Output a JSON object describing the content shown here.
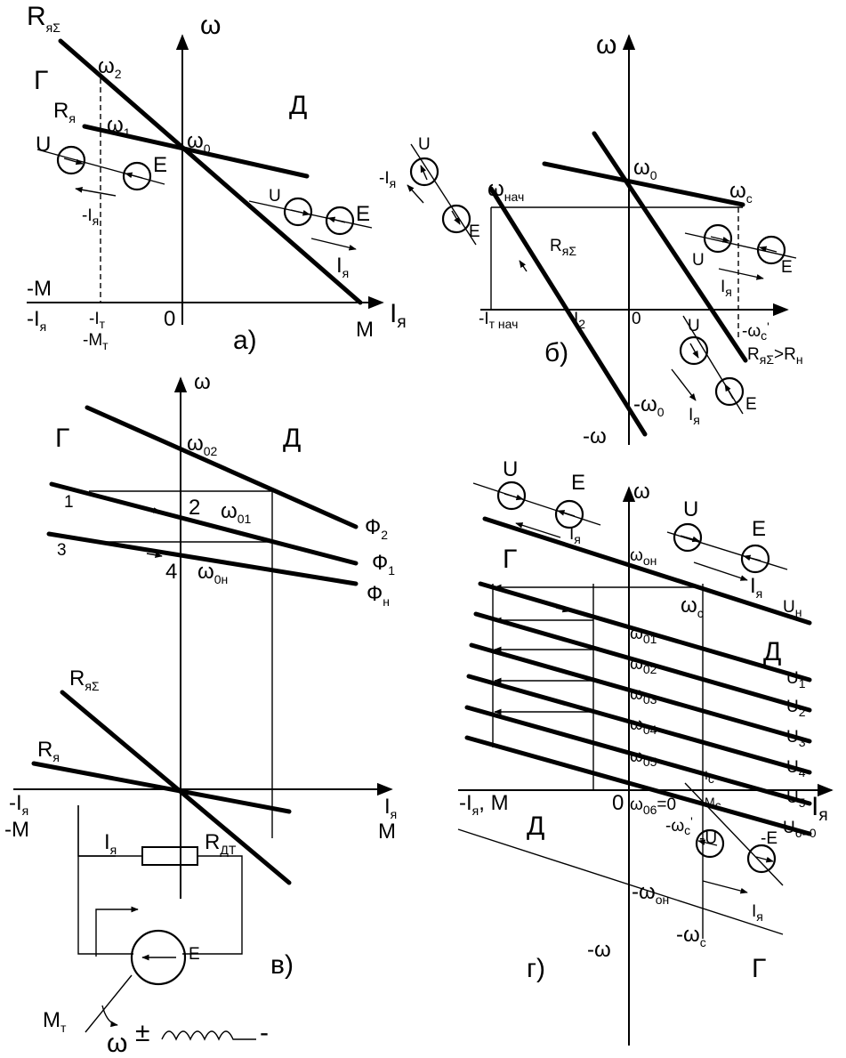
{
  "panel_a": {
    "tag": "а)",
    "r_sum": "R",
    "r_sum_sub": "яΣ",
    "r_a": "R",
    "r_a_sub": "я",
    "w2": "ω",
    "w2_sub": "2",
    "w1": "ω",
    "w1_sub": "1",
    "w0": "ω",
    "w0_sub": "0",
    "w_axis": "ω",
    "quad_g": "Г",
    "quad_d": "Д",
    "u_left": "U",
    "e_left": "E",
    "u_right": "U",
    "e_right": "E",
    "ia_neg": "-I",
    "ia_neg_sub": "я",
    "ia_pos": "I",
    "ia_pos_sub": "я",
    "minus_m": "-M",
    "neg_ia_axis": "-I",
    "neg_ia_axis_sub": "я",
    "it_neg": "-I",
    "it_neg_sub": "т",
    "mt_neg": "-M",
    "mt_neg_sub": "т",
    "zero": "0",
    "m_label": "M",
    "ia_axis": "I",
    "ia_axis_sub": "я"
  },
  "panel_b": {
    "tag": "б)",
    "w_axis": "ω",
    "w0": "ω",
    "w0_sub": "0",
    "wnach": "ω",
    "wnach_sub": "нач",
    "wc": "ω",
    "wc_sub": "c",
    "u_top": "U",
    "e_top": "E",
    "ia_top": "-I",
    "ia_top_sub": "я",
    "r_sum": "R",
    "r_sum_sub": "яΣ",
    "u_right": "U",
    "e_right": "E",
    "ia_right": "I",
    "ia_right_sub": "я",
    "it_nach": "-I",
    "it_nach_sub": "т нач",
    "i2": "I",
    "i2_sub": "2",
    "zero": "0",
    "wc_prime": "-ω",
    "wc_prime_sub": "c",
    "wc_prime_sup": "'",
    "cond_r": "R",
    "cond_r_sub": "яΣ",
    "cond_gt": ">R",
    "cond_h_sub": "н",
    "u_bottom": "U",
    "e_bottom": "E",
    "ia_bottom": "I",
    "ia_bottom_sub": "я",
    "neg_w0": "-ω",
    "neg_w0_sub": "0",
    "neg_w": "-ω"
  },
  "panel_v": {
    "tag": "в)",
    "w_axis": "ω",
    "quad_g": "Г",
    "quad_d": "Д",
    "w02": "ω",
    "w02_sub": "02",
    "w01": "ω",
    "w01_sub": "01",
    "w0h": "ω",
    "w0h_sub": "0н",
    "p1": "1",
    "p2": "2",
    "p3": "3",
    "p4": "4",
    "f2": "Ф",
    "f2_sub": "2",
    "f1": "Ф",
    "f1_sub": "1",
    "fh": "Ф",
    "fh_sub": "н",
    "r_sum": "R",
    "r_sum_sub": "яΣ",
    "r_a": "R",
    "r_a_sub": "я",
    "neg_ia": "-I",
    "neg_ia_sub": "я",
    "neg_m": "-M",
    "ia_axis": "I",
    "ia_axis_sub": "я",
    "m_label": "M",
    "circ_ia": "I",
    "circ_ia_sub": "я",
    "circ_rdt": "R",
    "circ_rdt_sub": "ДТ",
    "circ_e": "E",
    "circ_mt": "M",
    "circ_mt_sub": "т",
    "circ_w": "ω",
    "plus": "±",
    "minus": "-"
  },
  "panel_g": {
    "tag": "г)",
    "w_axis": "ω",
    "u_tl": "U",
    "e_tl": "E",
    "ia_tl": "I",
    "ia_tl_sub": "я",
    "u_tr": "U",
    "e_tr": "E",
    "ia_tr": "I",
    "ia_tr_sub": "я",
    "quad_g_top": "Г",
    "quad_d_right": "Д",
    "quad_d_bottom": "Д",
    "quad_g_bottom": "Г",
    "w0h": "ω",
    "w0h_sub": "он",
    "wc": "ω",
    "wc_sub": "c",
    "uh": "U",
    "uh_sub": "н",
    "w_levels": [
      {
        "sym": "ω",
        "sub": "01"
      },
      {
        "sym": "ω",
        "sub": "02"
      },
      {
        "sym": "ω",
        "sub": "03"
      },
      {
        "sym": "ω",
        "sub": "04"
      },
      {
        "sym": "ω",
        "sub": "05"
      }
    ],
    "u_levels": [
      {
        "sym": "U",
        "sub": "1"
      },
      {
        "sym": "U",
        "sub": "2"
      },
      {
        "sym": "U",
        "sub": "3"
      },
      {
        "sym": "U",
        "sub": "4"
      },
      {
        "sym": "U",
        "sub": "5"
      },
      {
        "sym": "U",
        "sub": "6=0"
      }
    ],
    "ic": "I",
    "ic_sub": "c",
    "mc": "M",
    "mc_sub": "c",
    "neg_ia_m": "-I",
    "neg_ia_m_sub": "я",
    "neg_ia_m_tail": ", M",
    "zero": "0",
    "w06": "ω",
    "w06_sub": "06",
    "w06_tail": "=0",
    "ia_axis": "I",
    "ia_axis_sub": "я",
    "wc_prime": "-ω",
    "wc_prime_sub": "c",
    "wc_prime_sup": "'",
    "neg_u": "-U",
    "neg_e": "-E",
    "neg_w0h": "-ω",
    "neg_w0h_sub": "он",
    "ia_bottom": "I",
    "ia_bottom_sub": "я",
    "neg_wc": "-ω",
    "neg_wc_sub": "c",
    "neg_w": "-ω"
  }
}
